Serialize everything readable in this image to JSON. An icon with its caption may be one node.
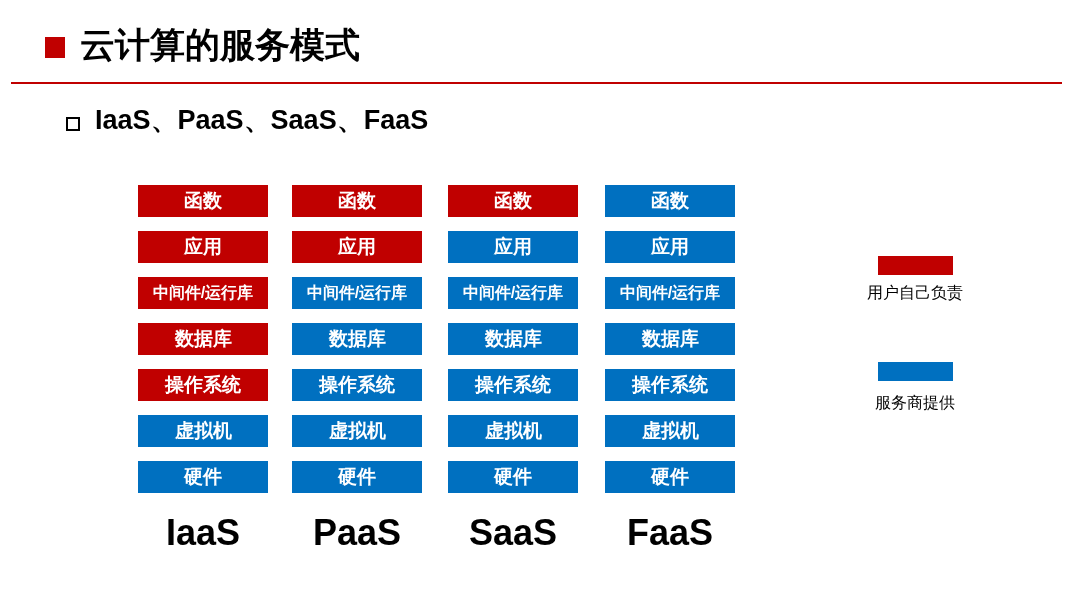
{
  "diagram": {
    "title": "云计算的服务模式",
    "nodes": [
      {
        "text": [
          "函数"
        ]
      },
      {
        "text": [
          "函数"
        ]
      },
      {
        "text": [
          "函数"
        ]
      },
      {
        "text": [
          "函数"
        ]
      },
      {
        "text": [
          "应用"
        ]
      },
      {
        "text": [
          "应用"
        ]
      },
      {
        "text": [
          "应用"
        ]
      },
      {
        "text": [
          "应用"
        ]
      },
      {
        "text": [
          "中间件/运行库"
        ]
      },
      {
        "text": [
          "中间件/运行库"
        ]
      },
      {
        "text": [
          "中间件/运行库"
        ]
      },
      {
        "text": [
          "中间件/运行库"
        ]
      },
      {
        "text": [
          "数据库"
        ]
      },
      {
        "text": [
          "数据库"
        ]
      },
      {
        "text": [
          "数据库"
        ]
      },
      {
        "text": [
          "数据库"
        ]
      },
      {
        "text": [
          "操作系统"
        ]
      },
      {
        "text": [
          "操作系统"
        ]
      },
      {
        "text": [
          "操作系统"
        ]
      },
      {
        "text": [
          "操作系统"
        ]
      },
      {
        "text": [
          "虚拟机"
        ]
      },
      {
        "text": [
          "虚拟机"
        ]
      },
      {
        "text": [
          "虚拟机"
        ]
      },
      {
        "text": [
          "虚拟机"
        ]
      },
      {
        "text": [
          "硬件"
        ]
      },
      {
        "text": [
          "硬件"
        ]
      },
      {
        "text": [
          "硬件"
        ]
      },
      {
        "text": [
          "硬件"
        ]
      }
    ],
    "labels": [
      "IaaS、PaaS、SaaS、FaaS",
      "IaaS",
      "PaaS",
      "SaaS",
      "FaaS"
    ],
    "legend": [
      {
        "text": "用户自己负责",
        "color": "#c00000"
      },
      {
        "text": "服务商提供",
        "color": "#0070c0"
      }
    ]
  }
}
